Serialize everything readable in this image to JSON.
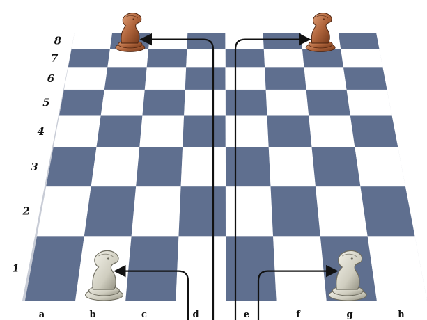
{
  "board": {
    "files": [
      "a",
      "b",
      "c",
      "d",
      "e",
      "f",
      "g",
      "h"
    ],
    "ranks": [
      "1",
      "2",
      "3",
      "4",
      "5",
      "6",
      "7",
      "8"
    ],
    "colors": {
      "dark_square": "#5f6f8f",
      "light_square": "#ffffff",
      "board_edge": "#c8ccd6",
      "arrow": "#111111"
    }
  },
  "pieces": [
    {
      "type": "knight",
      "color": "white",
      "square": "b1",
      "icon": "white-knight-icon"
    },
    {
      "type": "knight",
      "color": "white",
      "square": "g1",
      "icon": "white-knight-icon"
    },
    {
      "type": "knight",
      "color": "black",
      "square": "b8",
      "icon": "black-knight-icon"
    },
    {
      "type": "knight",
      "color": "black",
      "square": "g8",
      "icon": "black-knight-icon"
    }
  ],
  "arrows": [
    {
      "from": "d-bottom",
      "to": "b1"
    },
    {
      "from": "e-bottom",
      "to": "g1"
    },
    {
      "from": "d-bottom",
      "to": "b8"
    },
    {
      "from": "e-bottom",
      "to": "g8"
    }
  ]
}
